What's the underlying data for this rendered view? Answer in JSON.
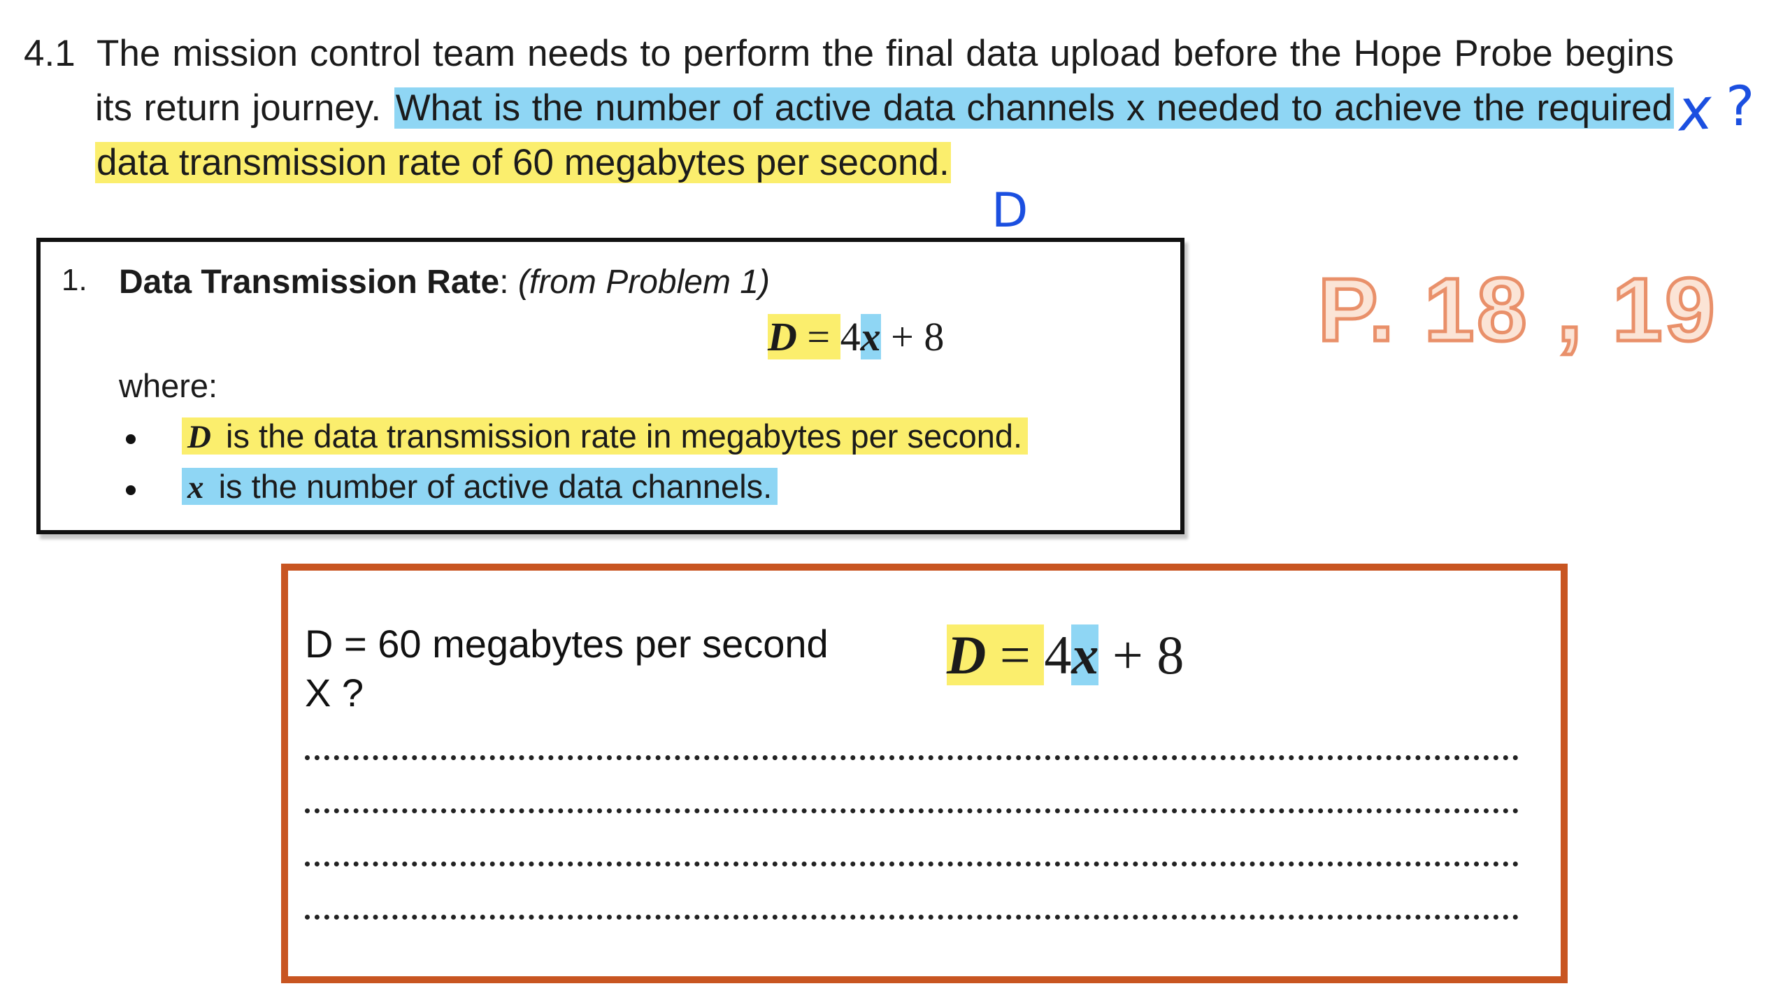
{
  "question": {
    "number": "4.1",
    "text_plain": "The mission control team needs to perform the final data upload before the Hope Probe begins its return journey.",
    "text_blue": "What is the number of active data channels x needed to achieve the required",
    "text_yellow": "data transmission rate of 60 megabytes per second."
  },
  "annotations": {
    "x_mark": "x",
    "question_mark": "?",
    "d_mark": "D",
    "page_ref": "P. 18 , 19"
  },
  "definition": {
    "number": "1.",
    "title": "Data Transmission Rate",
    "title_suffix": "(from Problem 1)",
    "equation": {
      "lhs": "D",
      "equals": "=",
      "coef": "4",
      "var": "x",
      "rest": "+ 8"
    },
    "where_label": "where:",
    "bullets": [
      {
        "var": "D",
        "text": "is the data transmission rate in megabytes per second."
      },
      {
        "var": "x",
        "text": "is the number of active data channels."
      }
    ]
  },
  "answer": {
    "line1": "D = 60 megabytes per second",
    "line2": "X ?",
    "equation": {
      "lhs": "D",
      "equals": "=",
      "coef": "4",
      "var": "x",
      "rest": "+ 8"
    }
  },
  "colors": {
    "highlight_yellow": "#fbee6d",
    "highlight_blue": "#8fd6f4",
    "handwriting_blue": "#1b4fe0",
    "answer_border": "#c85521",
    "page_ref_outline": "#e9906a"
  }
}
